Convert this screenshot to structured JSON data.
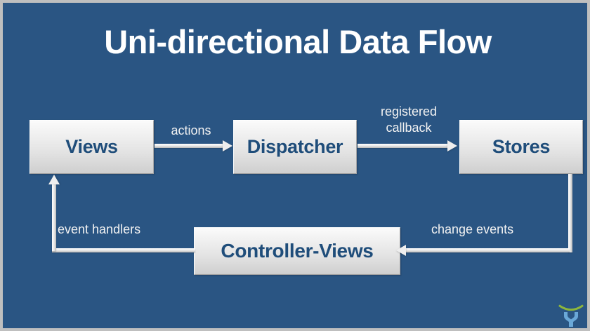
{
  "slide": {
    "title": "Uni-directional Data Flow",
    "background_color": "#2a5583",
    "node_text_color": "#1f4d7a",
    "label_color": "#f2f2f2",
    "arrow_color": "#eeeeee"
  },
  "nodes": [
    {
      "id": "views",
      "label": "Views"
    },
    {
      "id": "dispatcher",
      "label": "Dispatcher"
    },
    {
      "id": "stores",
      "label": "Stores"
    },
    {
      "id": "controller",
      "label": "Controller-Views"
    }
  ],
  "edges": [
    {
      "id": "actions",
      "label": "actions",
      "from": "views",
      "to": "dispatcher"
    },
    {
      "id": "registered",
      "label": "registered\ncallback",
      "from": "dispatcher",
      "to": "stores"
    },
    {
      "id": "change",
      "label": "change events",
      "from": "stores",
      "to": "controller"
    },
    {
      "id": "event",
      "label": "event handlers",
      "from": "controller",
      "to": "views"
    }
  ],
  "logo": {
    "name": "x-logo",
    "arc_color": "#8db63c",
    "mark_color": "#6aa8d8"
  }
}
